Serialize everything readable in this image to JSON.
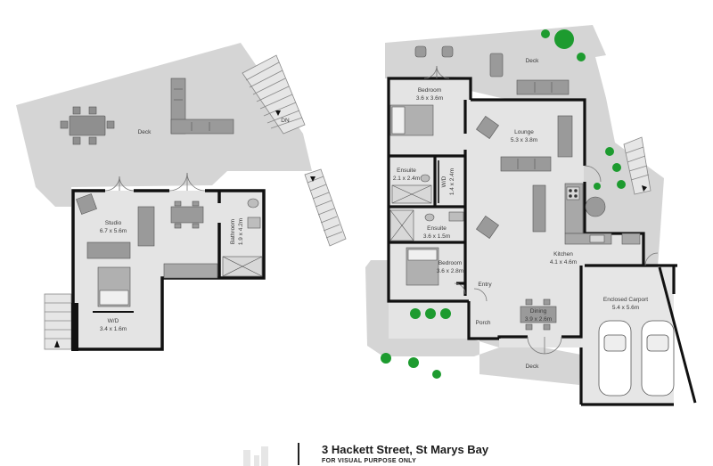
{
  "footer": {
    "address": "3 Hackett Street, St Marys Bay",
    "disclaimer": "FOR VISUAL PURPOSE ONLY"
  },
  "upper_level": {
    "deck": "Deck",
    "stair_down": "DN",
    "studio": {
      "name": "Studio",
      "size": "6.7 x 5.6m"
    },
    "bathroom": {
      "name": "Bathroom",
      "size": "1.9 x 4.2m"
    },
    "wardrobe": {
      "name": "W/D",
      "size": "3.4 x 1.6m"
    }
  },
  "main_level": {
    "deck_top": "Deck",
    "deck_bottom": "Deck",
    "bedroom_1": {
      "name": "Bedroom",
      "size": "3.6 x 3.6m"
    },
    "lounge": {
      "name": "Lounge",
      "size": "5.3 x 3.8m"
    },
    "ensuite_1": {
      "name": "Ensuite",
      "size": "2.1 x 2.4m"
    },
    "wardrobe": {
      "name": "W/D",
      "size": "1.4 x 2.4m"
    },
    "ensuite_2": {
      "name": "Ensuite",
      "size": "3.6 x 1.5m"
    },
    "bedroom_2": {
      "name": "Bedroom",
      "size": "3.6 x 2.8m"
    },
    "kitchen": {
      "name": "Kitchen",
      "size": "4.1 x 4.6m"
    },
    "entry": "Entry",
    "porch": "Porch",
    "dining": {
      "name": "Dining",
      "size": "3.9 x 2.6m"
    },
    "carport": {
      "name": "Enclosed Carport",
      "size": "5.4 x 5.6m"
    }
  },
  "colors": {
    "wall": "#111111",
    "deck_fill": "#d5d5d5",
    "room_fill": "#e4e4e4",
    "furniture": "#9a9a9a",
    "plant": "#1d9b2f"
  }
}
